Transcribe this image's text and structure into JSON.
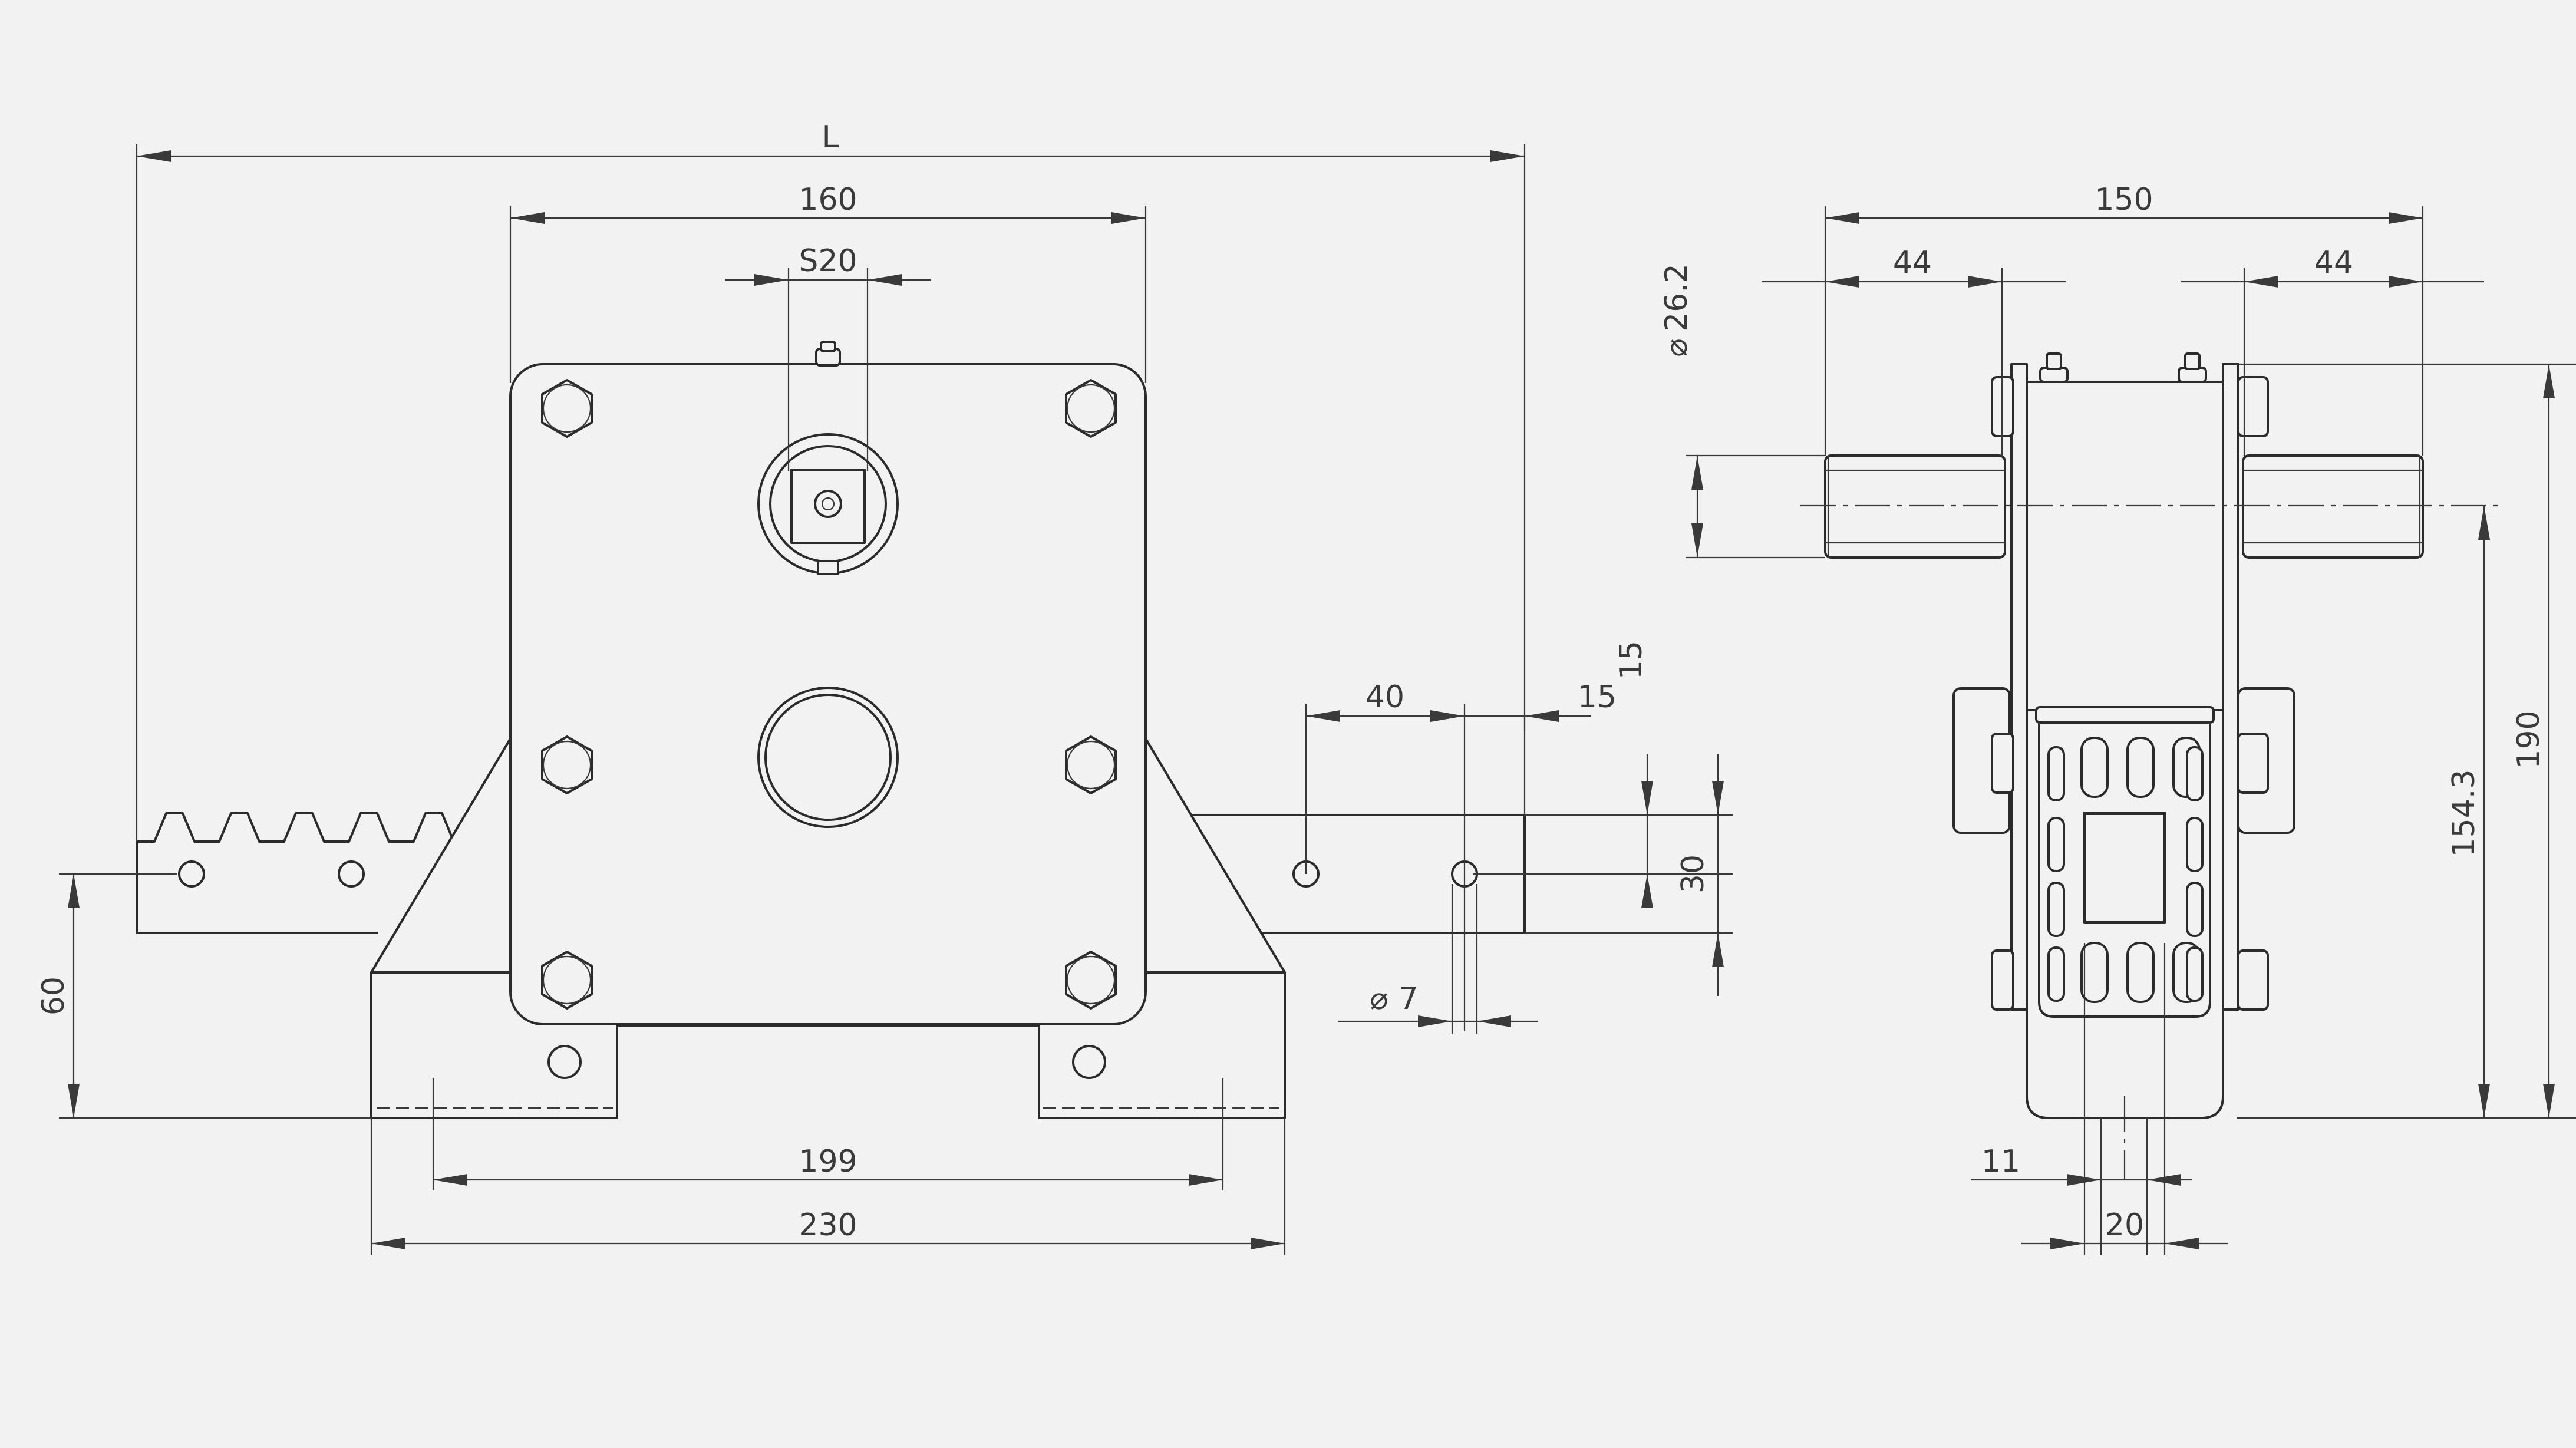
{
  "dimensions": {
    "overall_length": "L",
    "plate_width": "160",
    "shaft_square": "S20",
    "spacing_40": "40",
    "edge_15_horizontal": "15",
    "edge_15_vertical": "15",
    "bar_height": "30",
    "hole_dia": "7",
    "rack_height": "60",
    "foot_hole_spacing": "199",
    "foot_width": "230",
    "side_width": "150",
    "side_left_44": "44",
    "side_right_44": "44",
    "shaft_dia": "26.2",
    "shaft_height": "154.3",
    "total_height": "190",
    "side_dim_11": "11",
    "side_dim_20": "20"
  },
  "symbols": {
    "diameter": "⌀"
  }
}
